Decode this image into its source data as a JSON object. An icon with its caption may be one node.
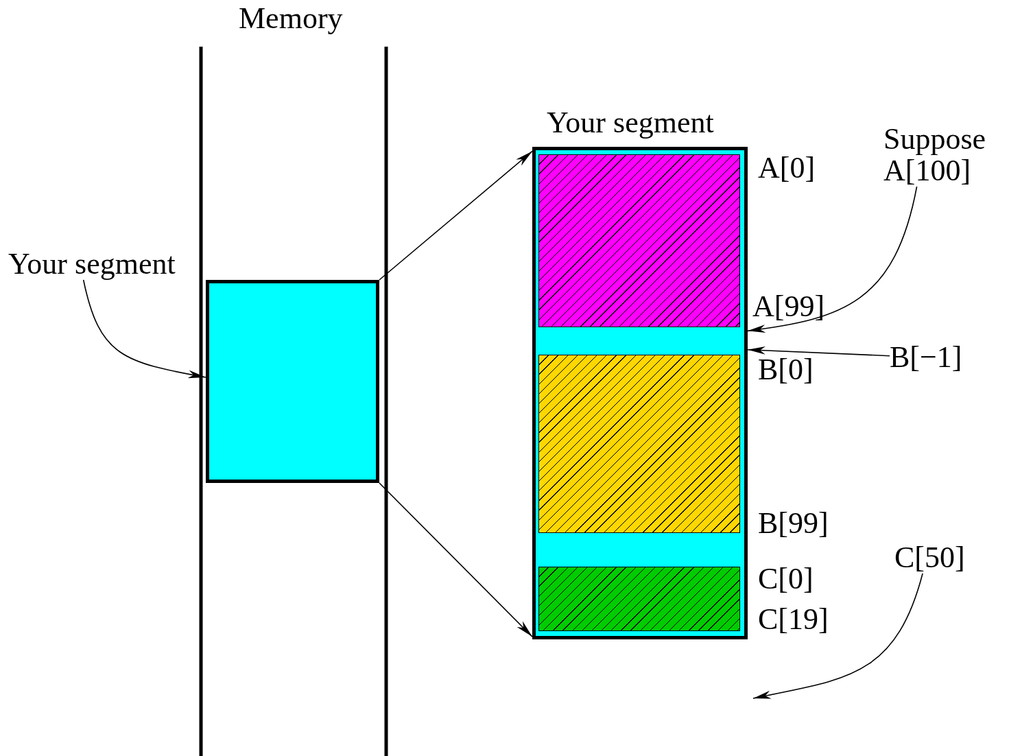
{
  "diagram": {
    "nodes": [
      {
        "text": [
          "Memory"
        ]
      },
      {
        "text": [
          "Your segment"
        ]
      },
      {
        "text": [],
        "shape": "box",
        "in": 0
      },
      {
        "text": [
          "Your segment"
        ]
      },
      {
        "text": [],
        "shape": "box",
        "in": 3
      },
      {
        "text": [],
        "shape": "box",
        "in": 3
      },
      {
        "text": [],
        "shape": "box",
        "in": 3
      },
      {
        "text": [
          "Suppose A[100]"
        ]
      },
      {
        "text": [
          "B[−1]"
        ]
      },
      {
        "text": [
          "C[50]"
        ]
      }
    ],
    "edges": [
      {
        "from": 1,
        "to": 2,
        "arrow": "to"
      },
      {
        "from": 2,
        "to": 3,
        "arrow": "to"
      },
      {
        "from": 2,
        "to": 3,
        "arrow": "to"
      },
      {
        "from": 7,
        "to": 3,
        "arrow": "to"
      },
      {
        "from": 8,
        "to": 3,
        "arrow": "to"
      },
      {
        "from": 9,
        "to": null,
        "arrow": "to"
      }
    ],
    "labels": [
      "A[0]",
      "A[99]",
      "B[0]",
      "B[99]",
      "C[0]",
      "C[19]"
    ]
  }
}
